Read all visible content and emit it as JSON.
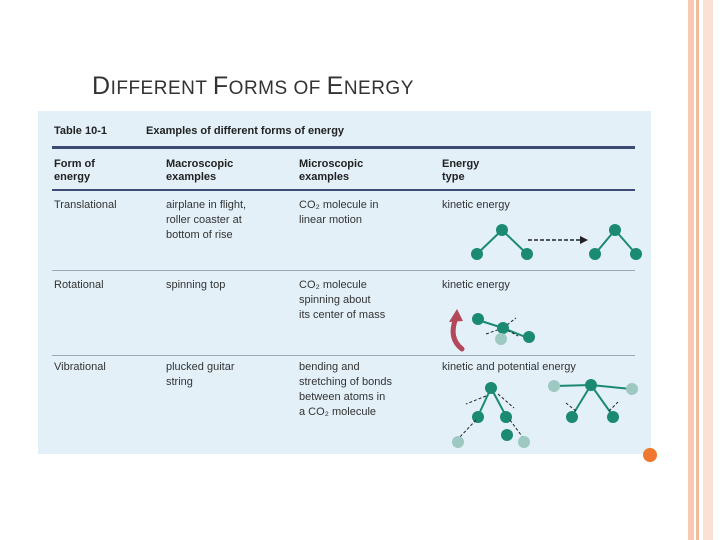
{
  "slide": {
    "title_parts": [
      {
        "text": "D",
        "size": "big"
      },
      {
        "text": "IFFERENT ",
        "size": "sm"
      },
      {
        "text": "F",
        "size": "big"
      },
      {
        "text": "ORMS OF ",
        "size": "sm"
      },
      {
        "text": "E",
        "size": "big"
      },
      {
        "text": "NERGY",
        "size": "sm"
      }
    ]
  },
  "table": {
    "number": "Table 10-1",
    "caption": "Examples of different forms of energy",
    "headers": [
      "Form of\nenergy",
      "Macroscopic\nexamples",
      "Microscopic\nexamples",
      "Energy\ntype"
    ],
    "rows": [
      {
        "form": "Translational",
        "macro": "airplane in flight,\nroller coaster at\nbottom of rise",
        "micro": "CO₂ molecule in\nlinear motion",
        "type": "kinetic energy"
      },
      {
        "form": "Rotational",
        "macro": "spinning top",
        "micro": "CO₂ molecule\nspinning about\nits center of mass",
        "type": "kinetic energy"
      },
      {
        "form": "Vibrational",
        "macro": "plucked guitar\nstring",
        "micro": "bending and\nstretching of bonds\nbetween atoms in\na CO₂ molecule",
        "type": "kinetic and potential energy"
      }
    ]
  },
  "colors": {
    "atom_dark": "#1b8a72",
    "atom_light": "#9dc9c2",
    "arrow_red": "#b3485b",
    "rule_dark": "#3d4a73",
    "panel_bg": "#e3f0f8",
    "accent_orange": "#f0772f"
  }
}
